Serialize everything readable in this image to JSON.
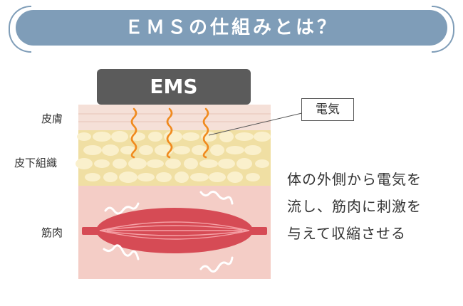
{
  "title": "ＥＭＳの仕組みとは？",
  "device_label": "EMS",
  "layers": {
    "skin": "皮膚",
    "subcutaneous": "皮下組織",
    "muscle": "筋肉"
  },
  "electricity_label": "電気",
  "description_lines": [
    "体の外側から電気を",
    "流し、筋肉に刺激を",
    "与えて収縮させる"
  ],
  "colors": {
    "title_bar": "#7f9db8",
    "device": "#5b5b5b",
    "skin": "#f5e0d8",
    "fat": "#f0dfa3",
    "fat_blob": "#faf0cc",
    "muscle_bg": "#f4cdc6",
    "muscle": "#d64b55",
    "current": "#f08a1e"
  }
}
